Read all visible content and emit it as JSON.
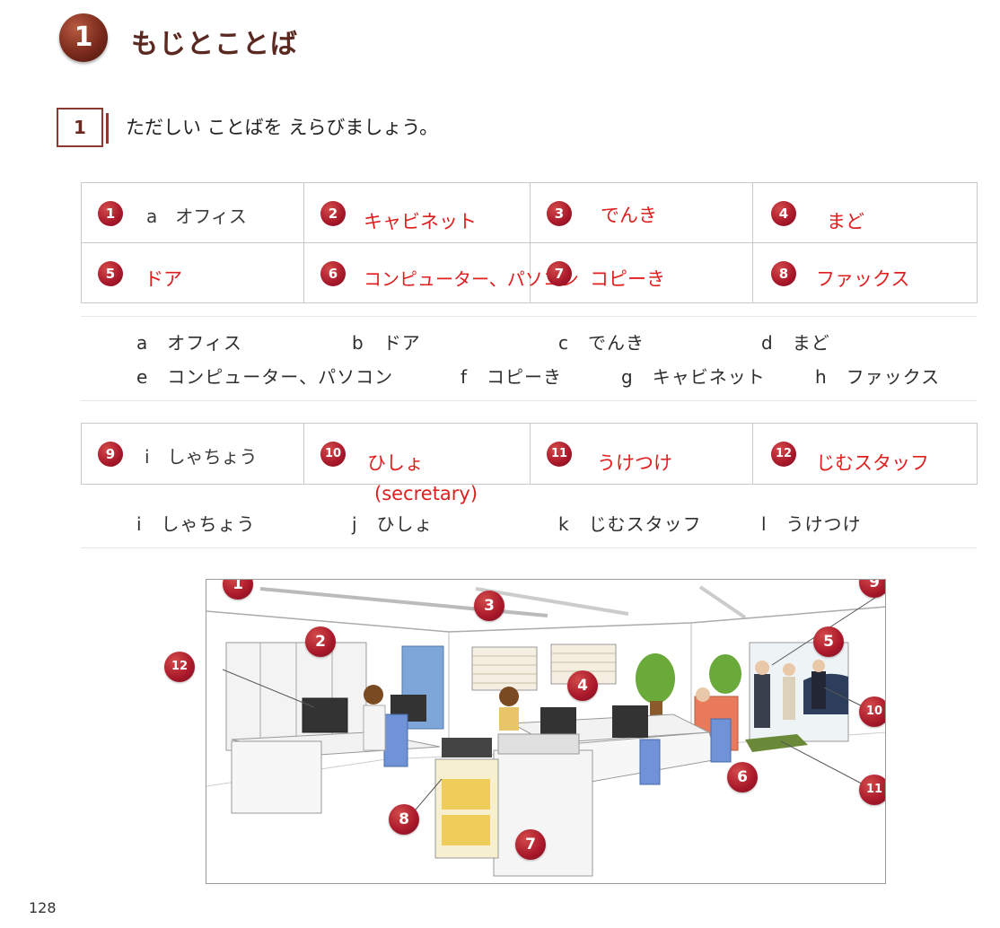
{
  "header": {
    "section_number": "1",
    "section_title": "もじとことば"
  },
  "exercise": {
    "number": "1",
    "instruction": "ただしい ことばを えらびましょう。"
  },
  "grid1": {
    "cells": [
      {
        "num": "1",
        "printed": "a　オフィス",
        "answer": ""
      },
      {
        "num": "2",
        "printed": "",
        "answer": "キャビネット"
      },
      {
        "num": "3",
        "printed": "",
        "answer": "でんき"
      },
      {
        "num": "4",
        "printed": "",
        "answer": "まど"
      },
      {
        "num": "5",
        "printed": "",
        "answer": "ドア"
      },
      {
        "num": "6",
        "printed": "",
        "answer": "コンピューター、パソコン"
      },
      {
        "num": "7",
        "printed": "",
        "answer": "コピーき"
      },
      {
        "num": "8",
        "printed": "",
        "answer": "ファックス"
      }
    ]
  },
  "bank1": {
    "row1": [
      "a　オフィス",
      "b　ドア",
      "c　でんき",
      "d　まど"
    ],
    "row2": [
      "e　コンピューター、パソコン",
      "f　コピーき",
      "g　キャビネット",
      "h　ファックス"
    ]
  },
  "grid2": {
    "cells": [
      {
        "num": "9",
        "printed": "i　しゃちょう",
        "answer": ""
      },
      {
        "num": "10",
        "printed": "",
        "answer": "ひしょ"
      },
      {
        "num": "11",
        "printed": "",
        "answer": "うけつけ"
      },
      {
        "num": "12",
        "printed": "",
        "answer": "じむスタッフ"
      }
    ],
    "note": "(secretary)"
  },
  "bank2": [
    "i　しゃちょう",
    "j　ひしょ",
    "k　じむスタッフ",
    "l　うけつけ"
  ],
  "illustration": {
    "badges": [
      "1",
      "2",
      "3",
      "4",
      "5",
      "6",
      "7",
      "8",
      "9",
      "10",
      "11",
      "12"
    ]
  },
  "footer": {
    "page_number": "128"
  }
}
